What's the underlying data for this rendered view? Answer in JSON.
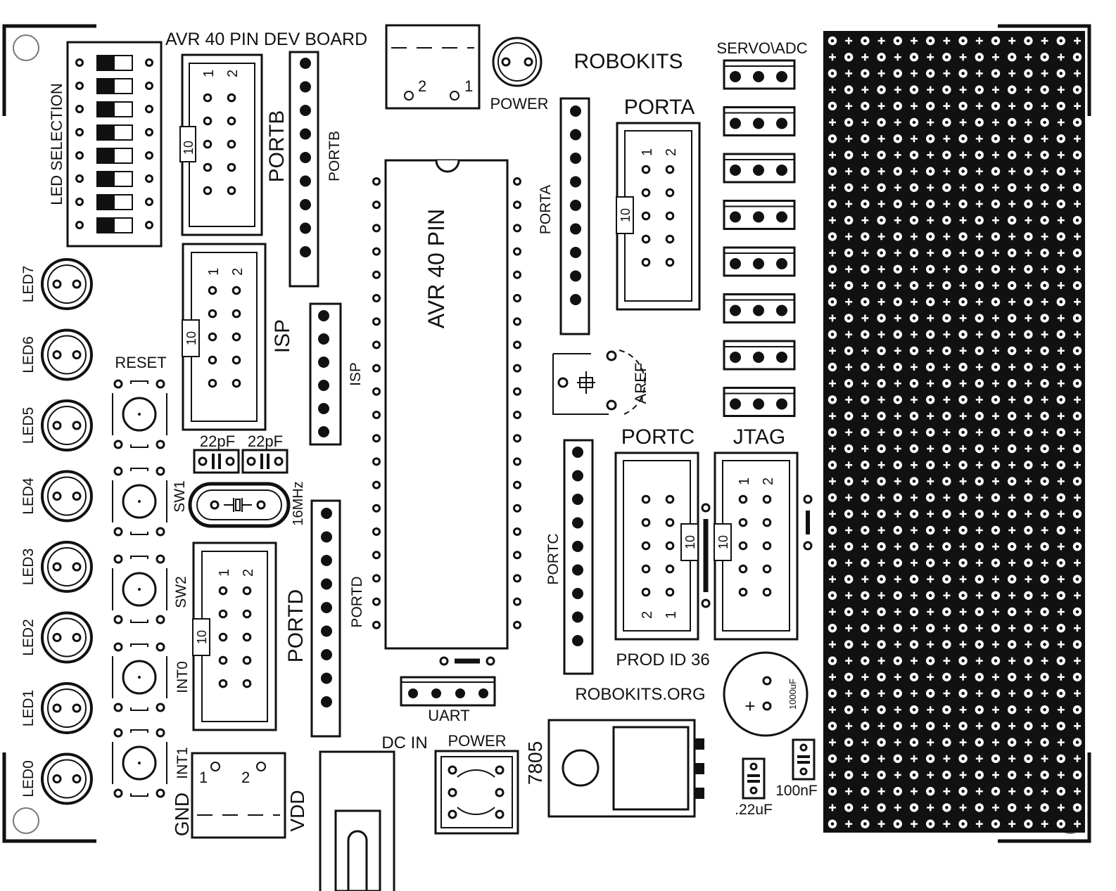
{
  "board": {
    "title": "AVR 40 PIN DEV BOARD",
    "brand": "ROBOKITS",
    "website": "ROBOKITS.ORG",
    "prod_id": "PROD ID 36",
    "chip": "AVR 40 PIN"
  },
  "labels": {
    "led_selection": "LED SELECTION",
    "reset": "RESET",
    "sw1": "SW1",
    "sw2": "SW2",
    "int0": "INT0",
    "int1": "INT1",
    "gnd": "GND",
    "vdd": "VDD",
    "power_top": "POWER",
    "power_bottom": "POWER",
    "dc_in": "DC IN",
    "uart": "UART",
    "servo_adc": "SERVO\\ADC",
    "aref": "AREF",
    "porta": "PORTA",
    "portb": "PORTB",
    "portc": "PORTC",
    "portd": "PORTD",
    "isp": "ISP",
    "jtag": "JTAG",
    "porta_small": "PORTA",
    "portb_small": "PORTB",
    "portc_small": "PORTC",
    "portd_small": "PORTD",
    "isp_small": "ISP",
    "cap_22pf_a": "22pF",
    "cap_22pf_b": "22pF",
    "crystal": "16MHz",
    "regulator": "7805",
    "cap_1000uf": "1000uF",
    "cap_100nf": "100nF",
    "cap_22uf": ".22uF",
    "pin1": "1",
    "pin2": "2",
    "ten": "10",
    "plus": "+"
  },
  "leds": [
    "LED7",
    "LED6",
    "LED5",
    "LED4",
    "LED3",
    "LED2",
    "LED1",
    "LED0"
  ],
  "colors": {
    "ink": "#111111",
    "paper": "#ffffff"
  }
}
